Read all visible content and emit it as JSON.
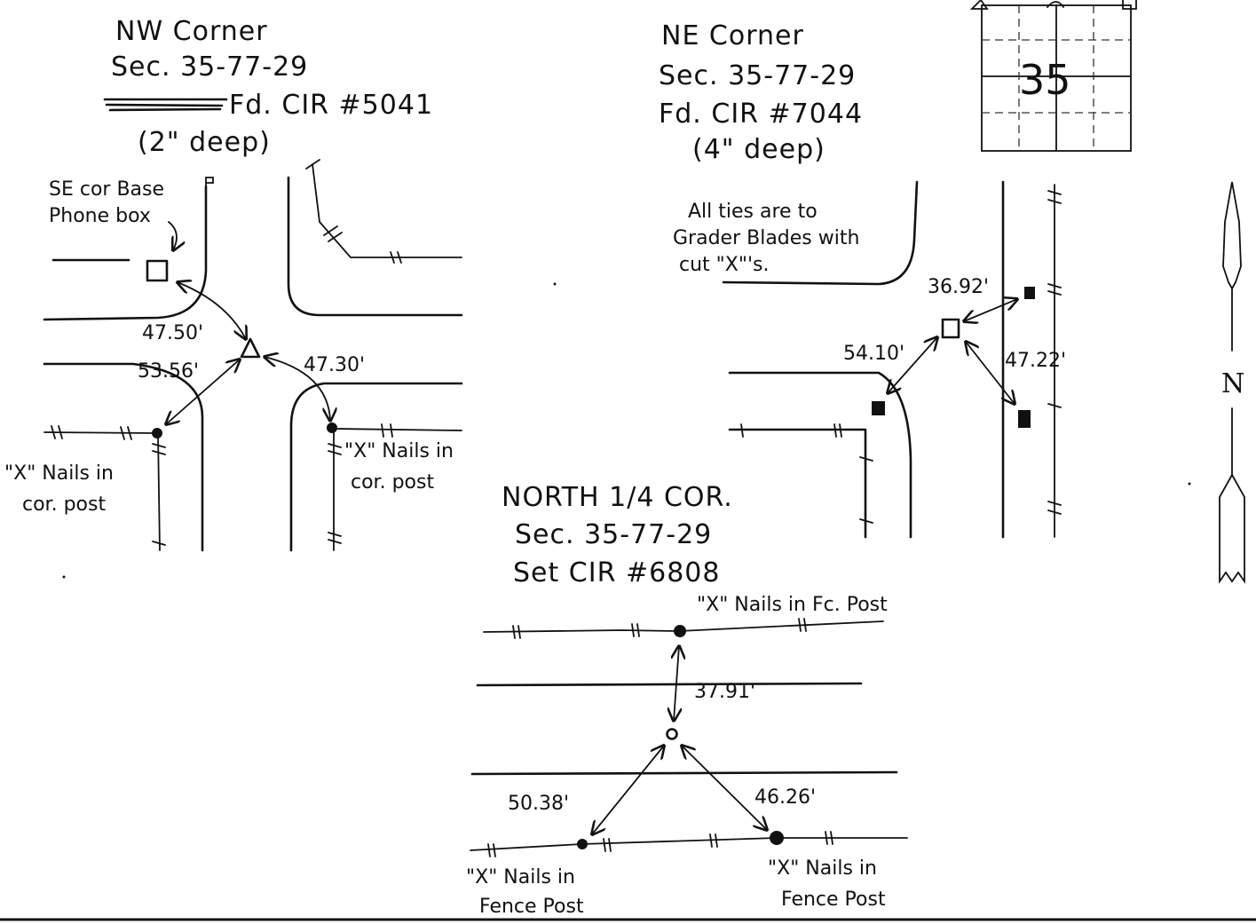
{
  "nw": {
    "title": "NW Corner",
    "sec": "Sec. 35-77-29",
    "found": "Fd. CIR #5041",
    "depth": "(2\" deep)",
    "ref_label_1": "SE cor Base",
    "ref_label_2": "Phone box",
    "post_label_1": "\"X\" Nails in",
    "post_label_2": "cor. post",
    "post2_label_1": "\"X\" Nails in",
    "post2_label_2": "cor. post",
    "dist_box": "47.50'",
    "dist_left": "53.56'",
    "dist_right": "47.30'"
  },
  "ne": {
    "title": "NE Corner",
    "sec": "Sec. 35-77-29",
    "found": "Fd. CIR #7044",
    "depth": "(4\" deep)",
    "note_1": "All ties are to",
    "note_2": "Grader Blades with",
    "note_3": "cut \"X\"'s.",
    "dist_top": "36.92'",
    "dist_left": "54.10'",
    "dist_right": "47.22'"
  },
  "n_quarter": {
    "title": "NORTH 1/4 COR.",
    "sec": "Sec. 35-77-29",
    "set": "Set CIR #6808",
    "top_post": "\"X\" Nails in Fc. Post",
    "dist_top": "37.91'",
    "dist_left": "50.38'",
    "dist_right": "46.26'",
    "left_post_1": "\"X\" Nails in",
    "left_post_2": "Fence Post",
    "right_post_1": "\"X\" Nails in",
    "right_post_2": "Fence Post"
  },
  "section_grid": {
    "number": "35"
  },
  "north_arrow": {
    "label": "N"
  }
}
